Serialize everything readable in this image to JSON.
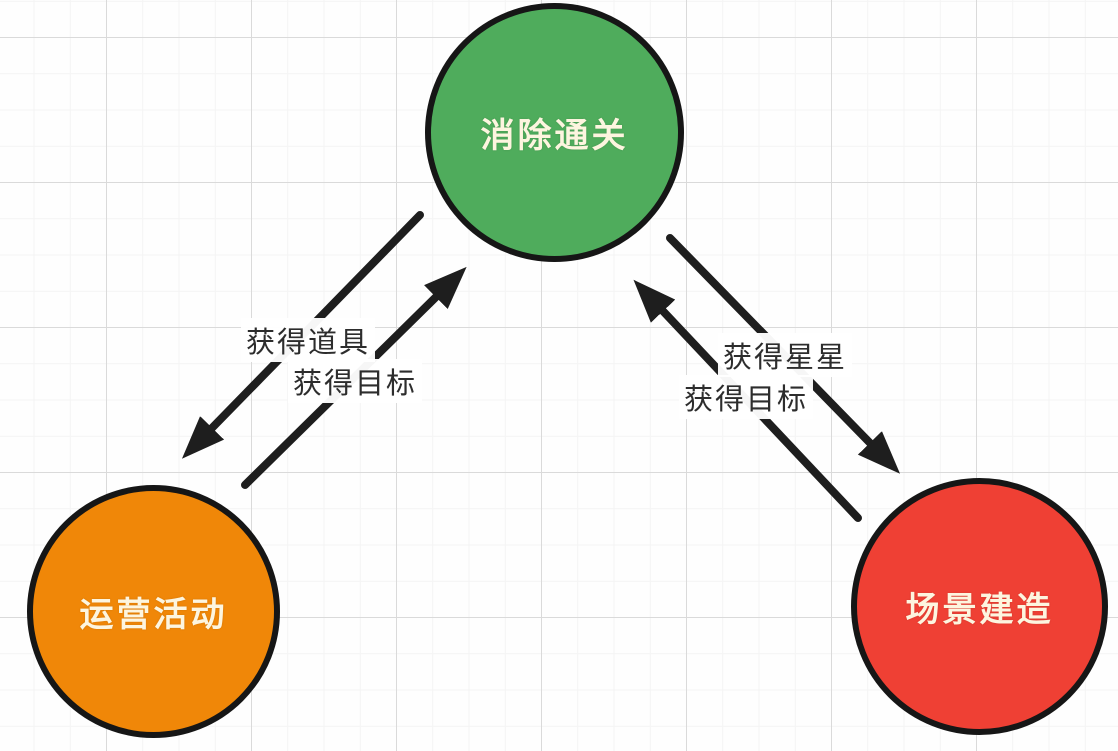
{
  "diagram": {
    "title": "game-loop-relationship-diagram",
    "nodes": [
      {
        "id": "match3",
        "label": "消除通关",
        "color": "#4fac5c"
      },
      {
        "id": "ops",
        "label": "运营活动",
        "color": "#f08708"
      },
      {
        "id": "scene",
        "label": "场景建造",
        "color": "#ef4034"
      }
    ],
    "edges": [
      {
        "from": "match3",
        "to": "ops",
        "label": "获得道具"
      },
      {
        "from": "ops",
        "to": "match3",
        "label": "获得目标"
      },
      {
        "from": "match3",
        "to": "scene",
        "label": "获得星星"
      },
      {
        "from": "scene",
        "to": "match3",
        "label": "获得目标"
      }
    ],
    "colors": {
      "node_border": "#161616",
      "arrow": "#1e1e1e",
      "node_text": "#fdf5df",
      "edge_text": "#2d2d2d",
      "grid_major": "#dadada",
      "grid_minor": "#f4f4f4",
      "background": "#fefefe"
    }
  }
}
